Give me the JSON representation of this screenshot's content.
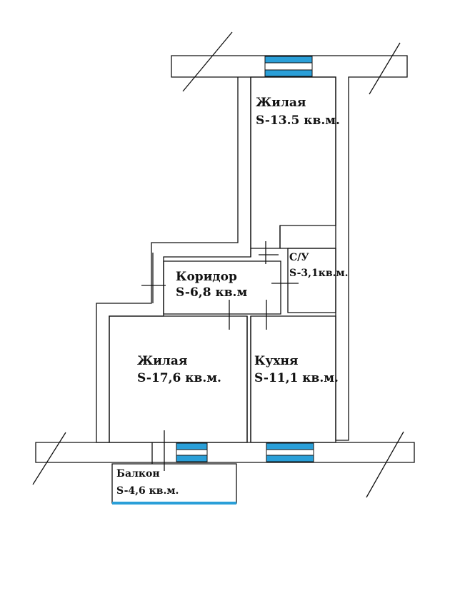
{
  "rooms": {
    "living_top": {
      "name": "Жилая",
      "area": "S-13.5 кв.м."
    },
    "wc": {
      "name": "С/У",
      "area": "S-3,1кв.м."
    },
    "corridor": {
      "name": "Коридор",
      "area": "S-6,8 кв.м"
    },
    "living_main": {
      "name": "Жилая",
      "area": "S-17,6 кв.м."
    },
    "kitchen": {
      "name": "Кухня",
      "area": "S-11,1 кв.м."
    },
    "balcony": {
      "name": "Балкон",
      "area": "S-4,6 кв.м."
    }
  },
  "colors": {
    "wall_line": "#111111",
    "window_fill": "#2a9fd8",
    "background": "#ffffff"
  }
}
